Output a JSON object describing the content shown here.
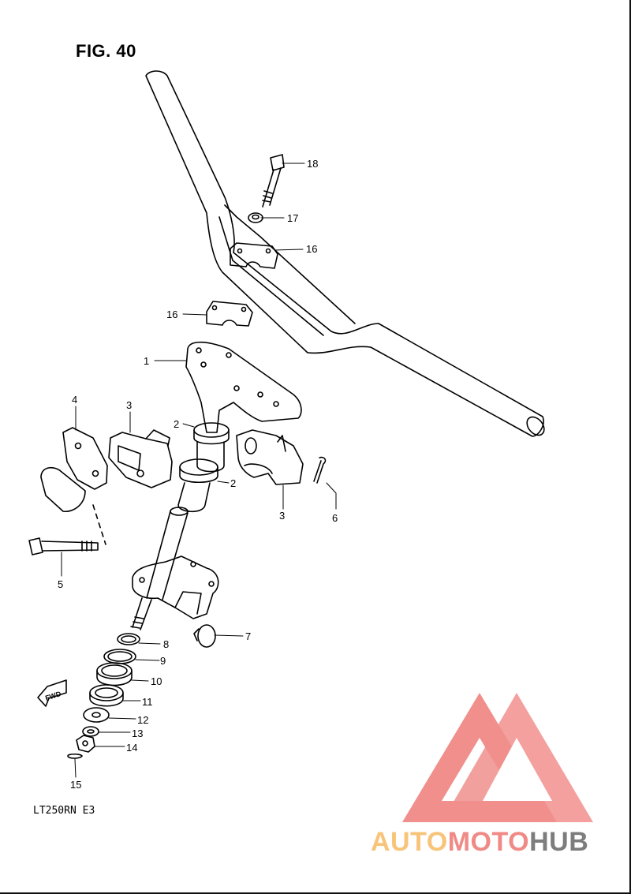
{
  "title": "FIG. 40",
  "model": "LT250RN E3",
  "fwd_label": "FWD",
  "callouts": {
    "c1": "1",
    "c2a": "2",
    "c2b": "2",
    "c3a": "3",
    "c3b": "3",
    "c4": "4",
    "c5": "5",
    "c6": "6",
    "c7": "7",
    "c8": "8",
    "c9": "9",
    "c10": "10",
    "c11": "11",
    "c12": "12",
    "c13": "13",
    "c14": "14",
    "c15": "15",
    "c16a": "16",
    "c16b": "16",
    "c17": "17",
    "c18": "18"
  },
  "watermark": {
    "part1": "AUTO",
    "part2": "MOTO",
    "part3": "HUB"
  },
  "colors": {
    "line": "#000000",
    "wm_red": "#f08a86",
    "wm_orange": "#f8c47a",
    "wm_gray": "#7d7d7d"
  }
}
